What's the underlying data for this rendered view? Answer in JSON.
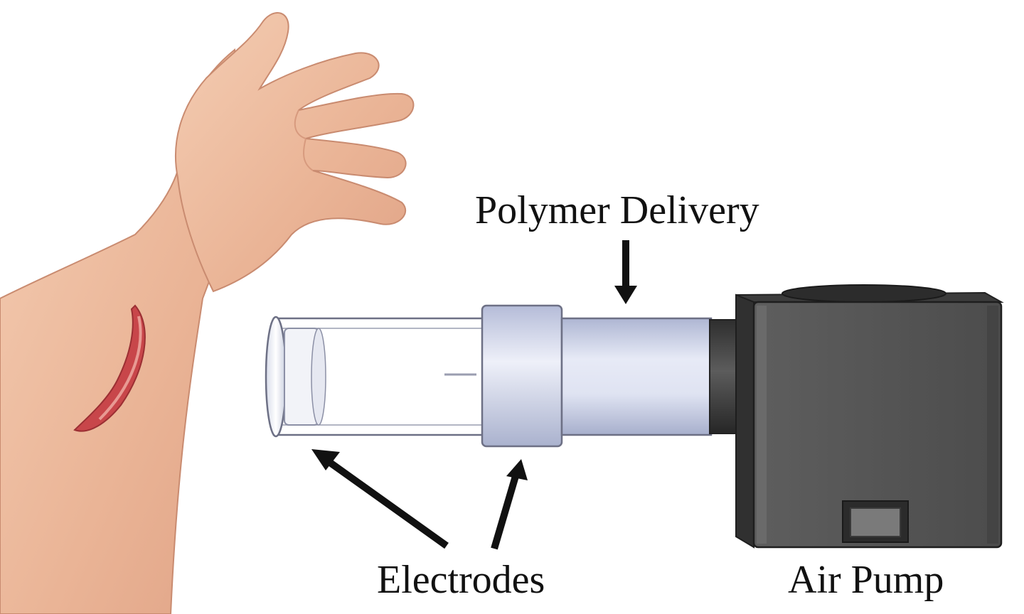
{
  "labels": {
    "polymer_delivery": "Polymer Delivery",
    "electrodes": "Electrodes",
    "air_pump": "Air Pump"
  },
  "colors": {
    "skin": "#f2c2a4",
    "skin_shadow": "#d9977a",
    "wound": "#c8464a",
    "nozzle_body": "#c9cfe6",
    "pump_body": "#555555",
    "arrow": "#111111"
  }
}
